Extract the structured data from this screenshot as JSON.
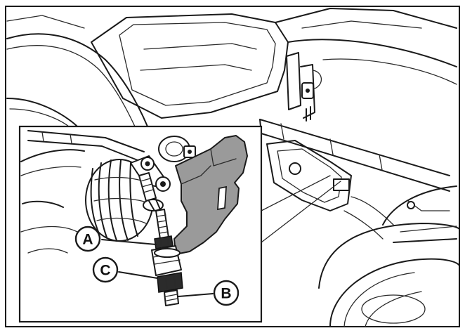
{
  "figure": {
    "callouts": {
      "a": "A",
      "b": "B",
      "c": "C"
    },
    "colors": {
      "line": "#1a1a1a",
      "bracket_fill": "#9a9a9a",
      "background": "#ffffff"
    }
  }
}
